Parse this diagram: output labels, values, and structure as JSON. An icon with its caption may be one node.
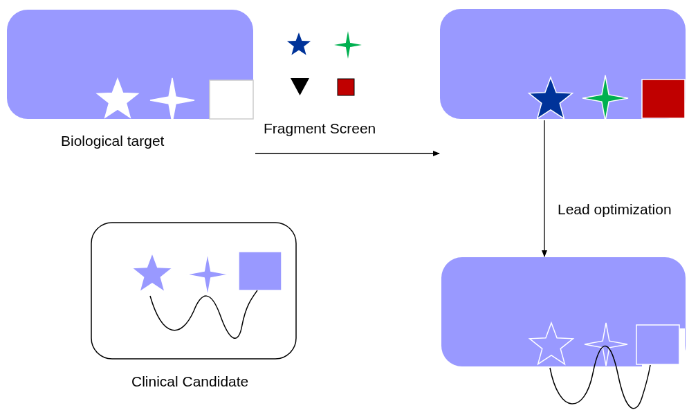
{
  "diagram": {
    "nodes": [
      {
        "text": [
          "Biological target"
        ]
      },
      {
        "text": [],
        "shape": "box"
      },
      {
        "text": [],
        "shape": "box"
      },
      {
        "text": [
          "Clinical Candidate"
        ]
      }
    ],
    "edges": [
      {
        "from": 0,
        "to": 1,
        "arrow": "to",
        "label": "Fragment Screen"
      },
      {
        "from": 1,
        "to": 2,
        "arrow": "to",
        "label": "Lead optimization"
      }
    ]
  }
}
